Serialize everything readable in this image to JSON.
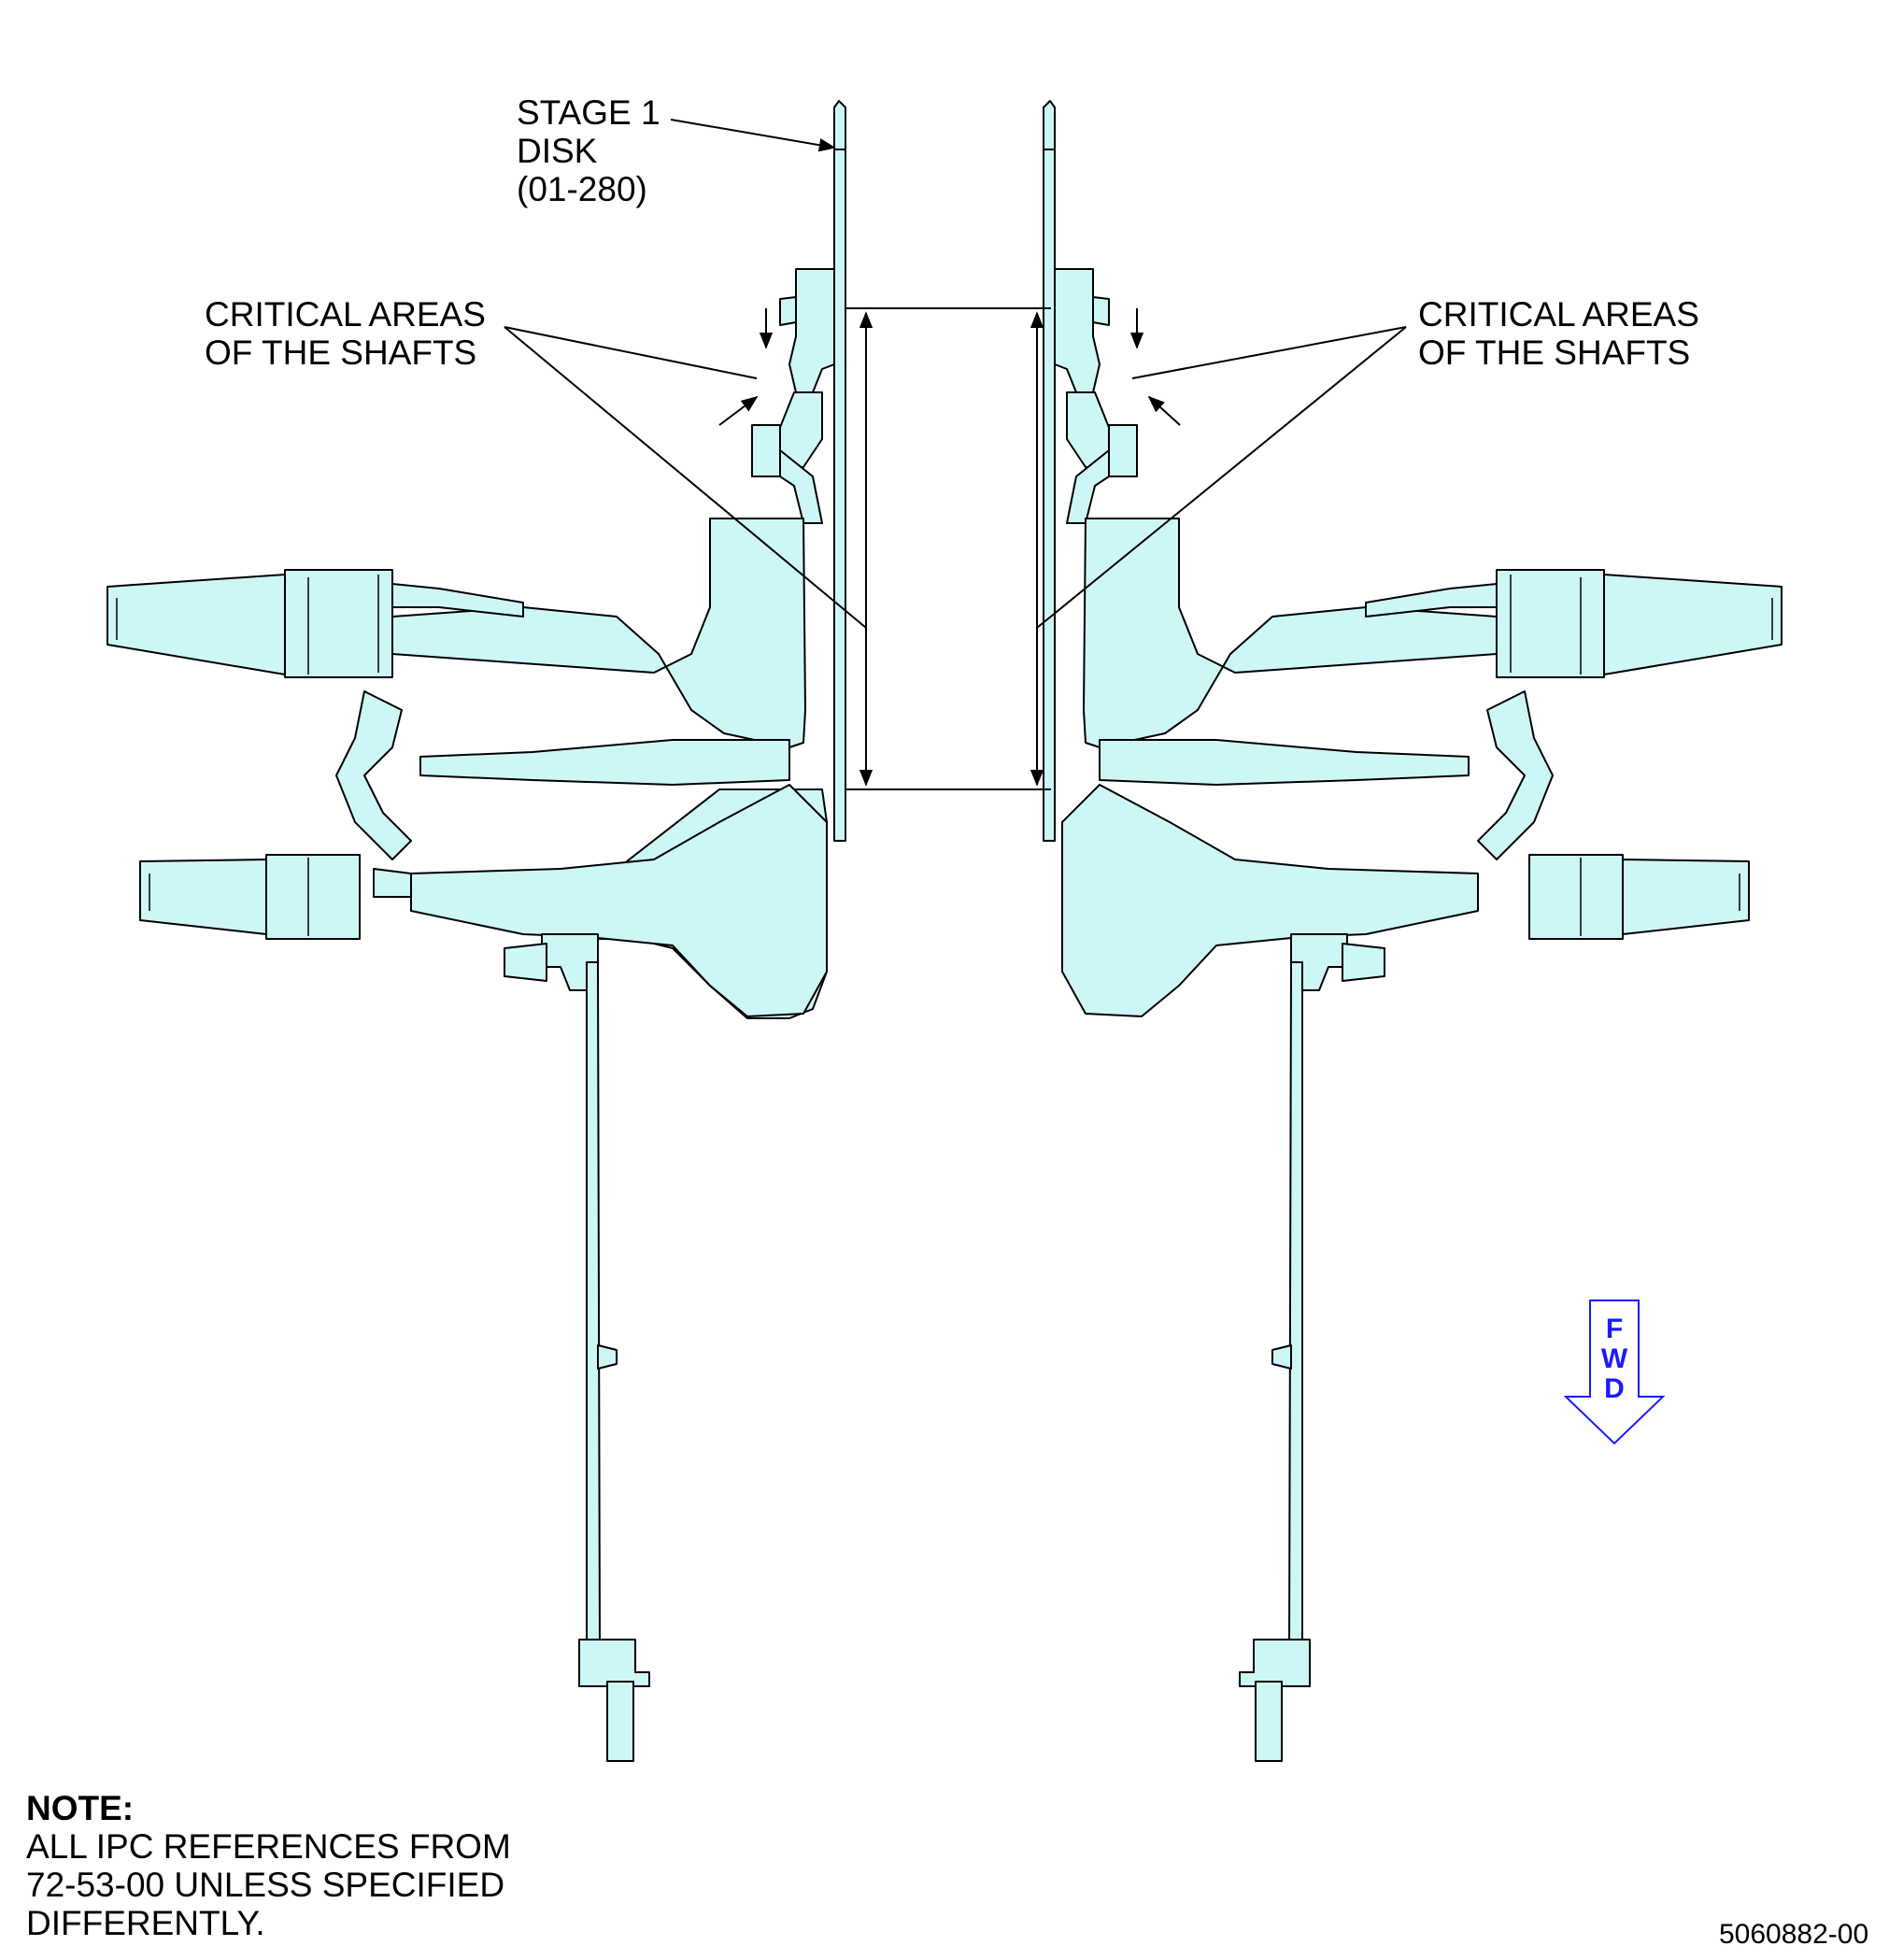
{
  "labels": {
    "stage1_disk": [
      "STAGE 1",
      "DISK",
      "(01-280)"
    ],
    "critical_left": [
      "CRITICAL AREAS",
      "OF THE SHAFTS"
    ],
    "critical_right": [
      "CRITICAL AREAS",
      "OF THE SHAFTS"
    ]
  },
  "note": {
    "title": "NOTE:",
    "lines": [
      "ALL IPC REFERENCES FROM",
      "72-53-00 UNLESS SPECIFIED",
      "DIFFERENTLY."
    ]
  },
  "fwd_indicator": {
    "letters": [
      "F",
      "W",
      "D"
    ],
    "color": "#1a1aff",
    "icon": "fwd-arrow-icon"
  },
  "figure_number": "5060882-00",
  "colors": {
    "part_fill": "#cdf6f6",
    "line": "#000000"
  }
}
